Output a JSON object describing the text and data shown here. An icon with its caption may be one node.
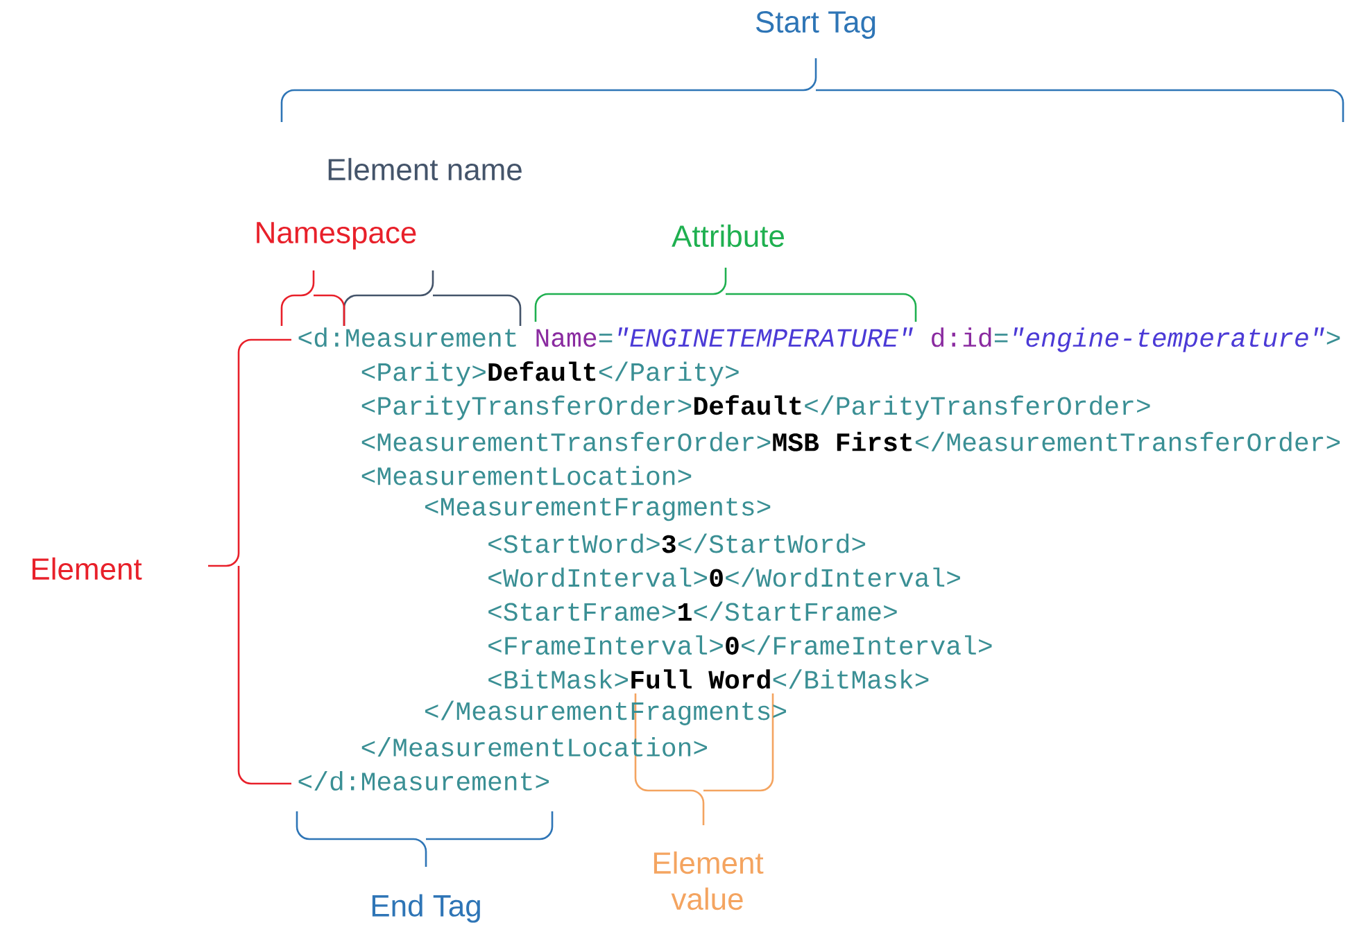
{
  "diagram": {
    "labels": [
      "Start Tag",
      "Element name",
      "Namespace",
      "Attribute",
      "<d:Measurement",
      "Name",
      "=",
      "\"ENGINETEMPERATURE\"",
      "d:id",
      "=",
      "\"engine-temperature\"",
      ">",
      "<Parity>",
      "Default",
      "</Parity>",
      "<ParityTransferOrder>",
      "Default",
      "</ParityTransferOrder>",
      "<MeasurementTransferOrder>",
      "MSB First",
      "</MeasurementTransferOrder>",
      "<MeasurementLocation>",
      "<MeasurementFragments>",
      "<StartWord>",
      "3",
      "</StartWord>",
      "<WordInterval>",
      "0",
      "</WordInterval>",
      "<StartFrame>",
      "1",
      "</StartFrame>",
      "<FrameInterval>",
      "0",
      "</FrameInterval>",
      "<BitMask>",
      "Full Word",
      "</BitMask>",
      "</MeasurementFragments>",
      "</MeasurementLocation>",
      "</d:Measurement>",
      "Element",
      "End Tag",
      "Element value"
    ]
  }
}
